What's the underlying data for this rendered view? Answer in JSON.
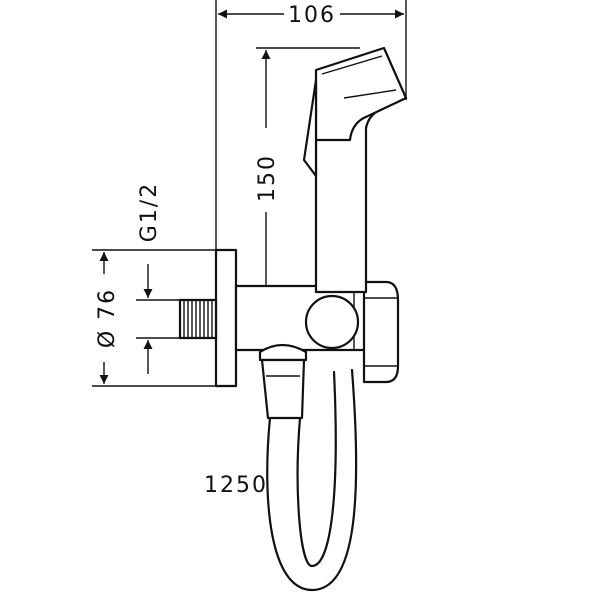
{
  "drawing": {
    "dimensions": {
      "width_top": "106",
      "height_handshower": "150",
      "thread": "G1/2",
      "diameter_rosette": "Ø 76",
      "hose_length": "1250"
    }
  }
}
